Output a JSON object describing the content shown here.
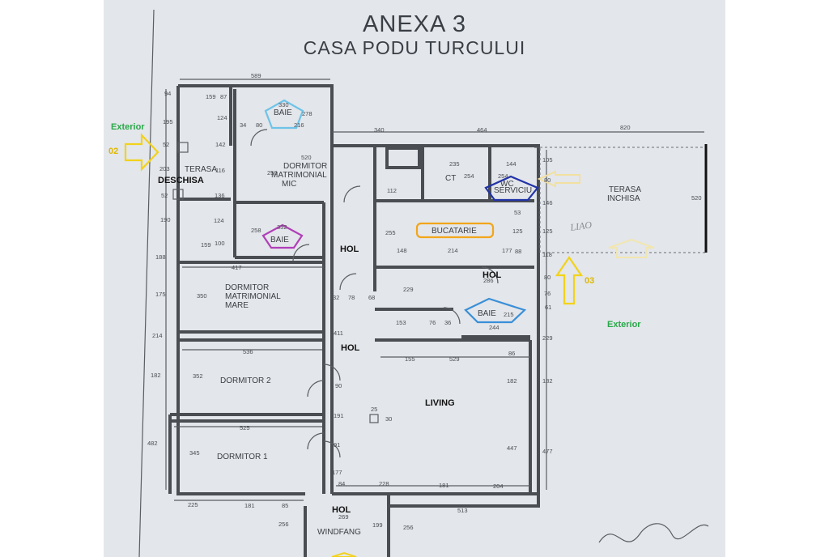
{
  "title": "ANEXA 3",
  "subtitle": "CASA PODU TURCULUI",
  "colors": {
    "exterior": "#2aa84a",
    "arrow": "#f2d21b",
    "baie_top": "#6ec3e8",
    "baie_mid": "#b03fb8",
    "wc": "#2233a8",
    "bucatarie": "#f2a51b",
    "baie_right": "#3a8fd8"
  },
  "annotations": {
    "exterior_left": "Exterior",
    "exterior_right": "Exterior",
    "entry_02": "02",
    "entry_03": "03",
    "deschisa": "DESCHISA",
    "hol_1": "HOL",
    "hol_2": "HOL",
    "hol_3": "HOL",
    "hol_4": "HOL",
    "living": "LIVING",
    "scribble": "LIAO"
  },
  "rooms": {
    "terasa_deschisa": "TERASA",
    "baie_top": "BAIE",
    "dormitor_mic_1": "DORMITOR",
    "dormitor_mic_2": "MATRIMONIAL",
    "dormitor_mic_3": "MIC",
    "ct": "CT",
    "wc_1": "WC",
    "wc_2": "SERVICIU",
    "terasa_inchisa_1": "TERASA",
    "terasa_inchisa_2": "INCHISA",
    "baie_mid": "BAIE",
    "bucatarie": "BUCATARIE",
    "dormitor_mare_1": "DORMITOR",
    "dormitor_mare_2": "MATRIMONIAL",
    "dormitor_mare_3": "MARE",
    "baie_right": "BAIE",
    "dormitor_2": "DORMITOR 2",
    "dormitor_1": "DORMITOR 1",
    "windfang": "WINDFANG"
  },
  "dimensions": {
    "d589": "589",
    "d94": "94",
    "d159a": "159",
    "d87": "87",
    "d330": "330",
    "d278": "278",
    "d195": "195",
    "d124a": "124",
    "d34": "34",
    "d80a": "80",
    "d216": "216",
    "d340": "340",
    "d464": "464",
    "d820": "820",
    "d52a": "52",
    "d142": "142",
    "d520a": "520",
    "d235": "235",
    "d144": "144",
    "d105": "105",
    "d203": "203",
    "d116": "116",
    "d256a": "256",
    "d254a": "254",
    "d254b": "254",
    "d80b": "80",
    "d520b": "520",
    "d112": "112",
    "d52b": "52",
    "d136": "136",
    "d146": "146",
    "d190": "190",
    "d124b": "124",
    "d258": "258",
    "d332": "332",
    "d255": "255",
    "d53": "53",
    "d125a": "125",
    "d125b": "125",
    "d159b": "159",
    "d100": "100",
    "d148": "148",
    "d214a": "214",
    "d177a": "177",
    "d88": "88",
    "d118": "118",
    "d188": "188",
    "d417": "417",
    "d80c": "80",
    "d286": "286",
    "d175": "175",
    "d350": "350",
    "d229a": "229",
    "d32": "32",
    "d78": "78",
    "d68": "68",
    "d76a": "76",
    "d215": "215",
    "d61": "61",
    "d153": "153",
    "d76b": "76",
    "d36": "36",
    "d244": "244",
    "d214b": "214",
    "d411": "411",
    "d229b": "229",
    "d536": "536",
    "d155": "155",
    "d529": "529",
    "d86": "86",
    "d182a": "182",
    "d352": "352",
    "d182b": "182",
    "d182c": "182",
    "d90": "90",
    "d25": "25",
    "d30": "30",
    "d191": "191",
    "d525": "525",
    "d345": "345",
    "d91": "91",
    "d447": "447",
    "d482": "482",
    "d477": "477",
    "d177b": "177",
    "d84": "84",
    "d228": "228",
    "d181a": "181",
    "d204": "204",
    "d225": "225",
    "d181b": "181",
    "d85": "85",
    "d269": "269",
    "d513": "513",
    "d256b": "256",
    "d199": "199",
    "d256c": "256"
  }
}
